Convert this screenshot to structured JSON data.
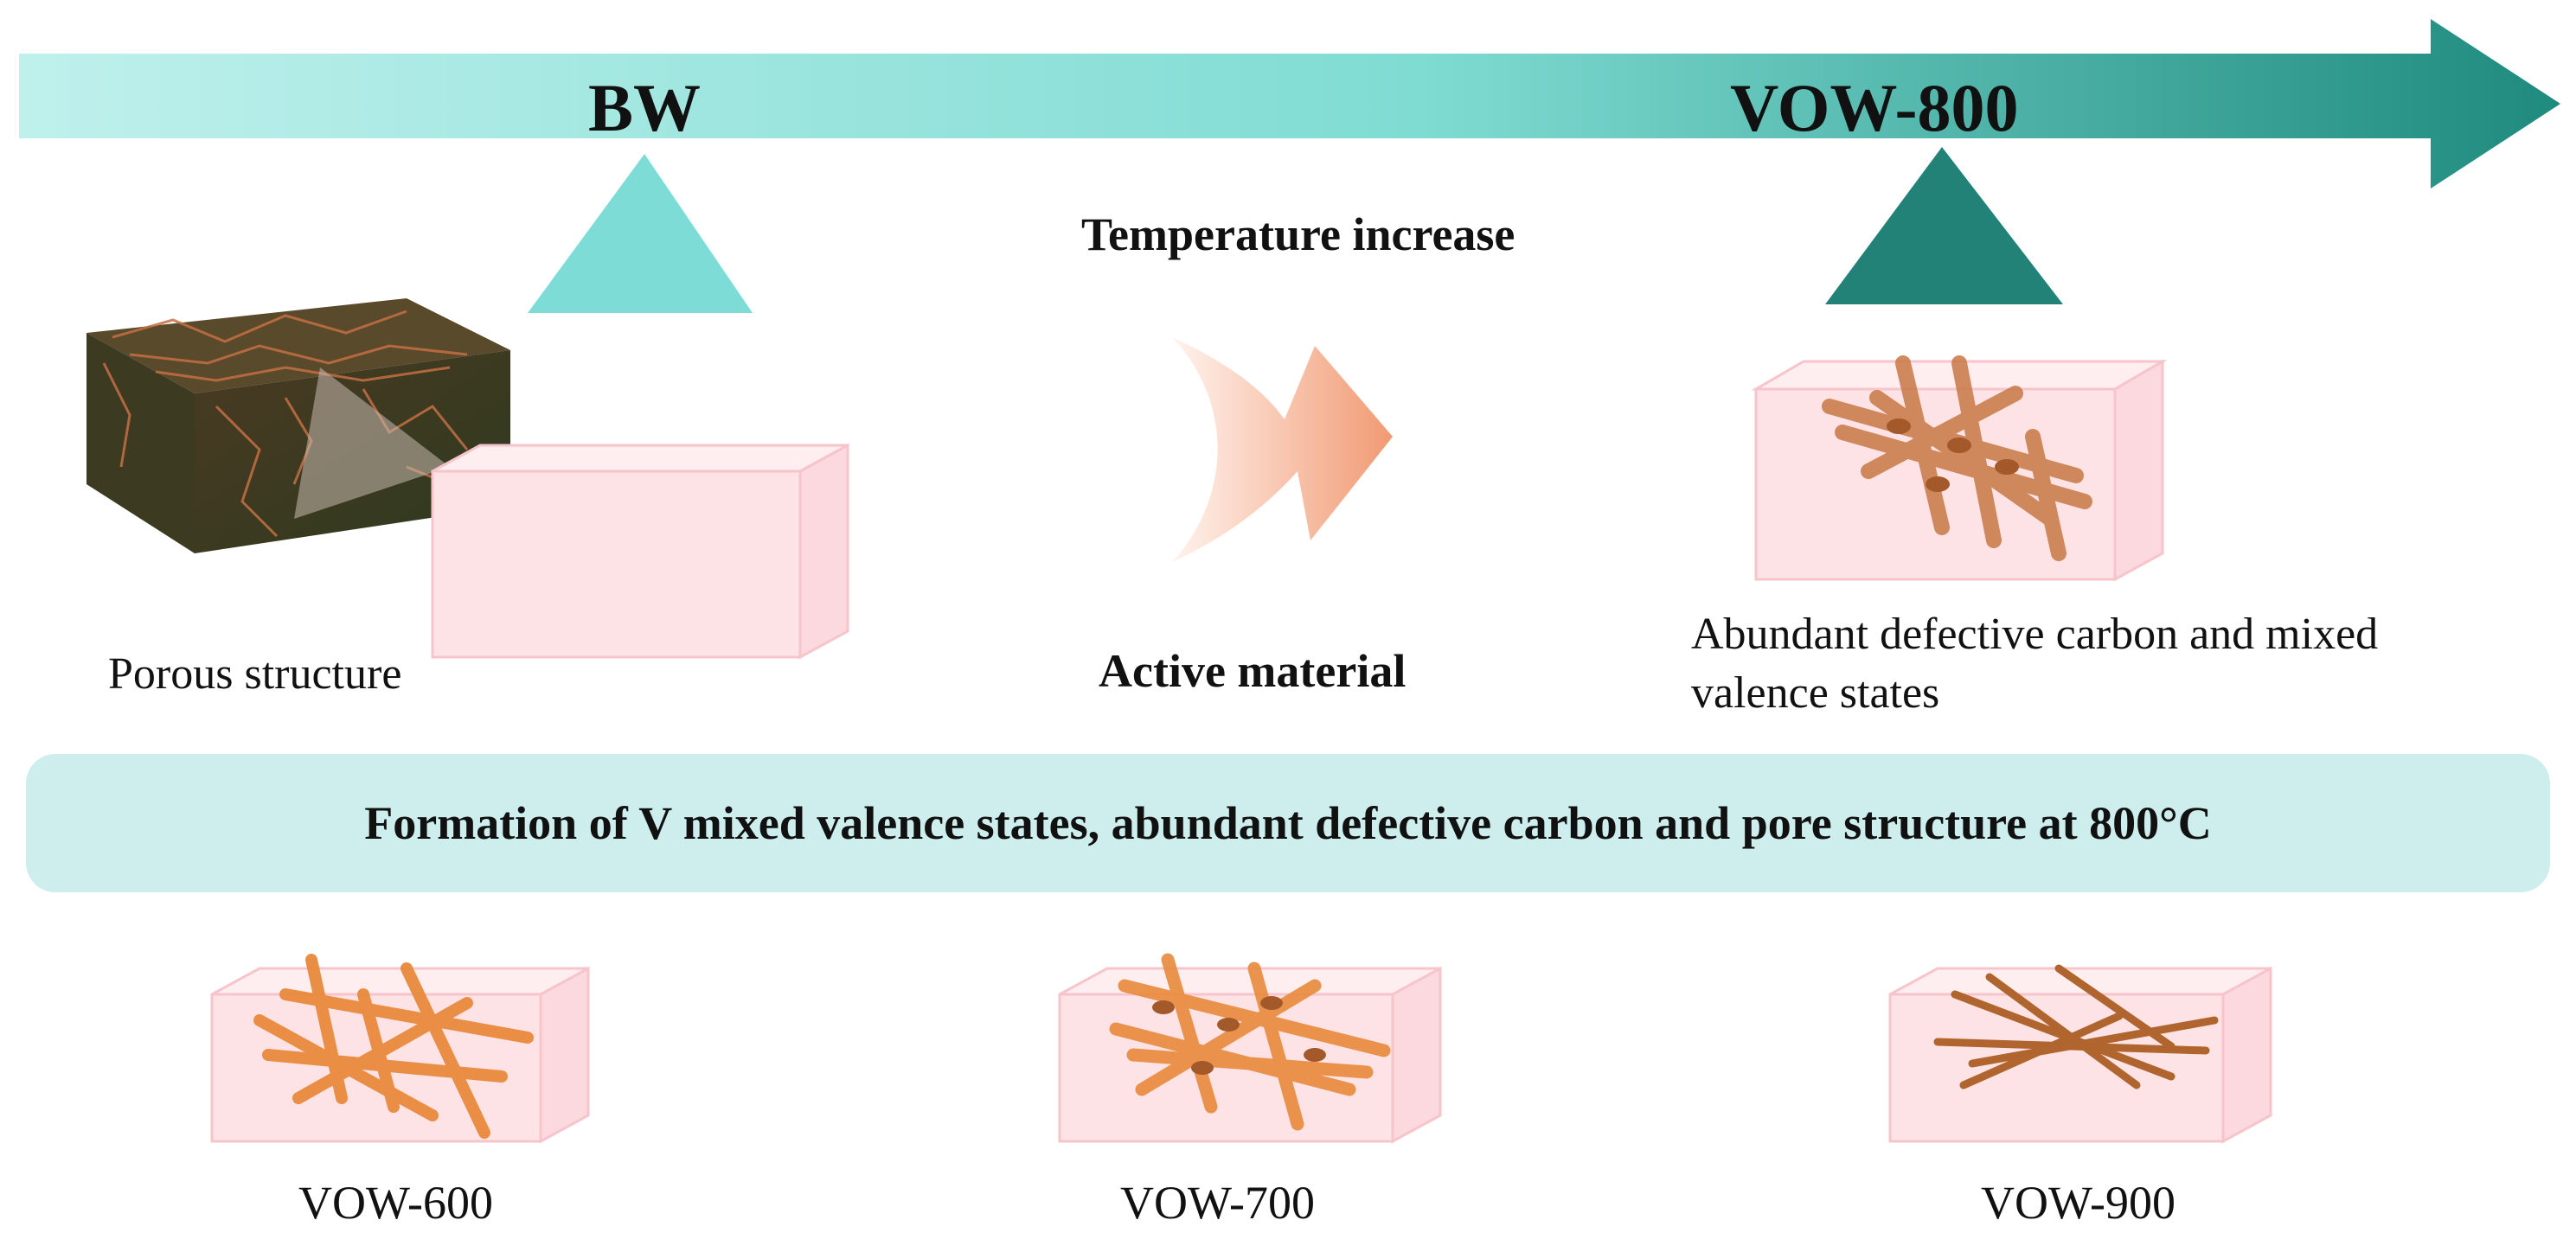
{
  "timeline": {
    "start_label": "BW",
    "end_label": "VOW-800",
    "arrow_color_start": "#b8ece8",
    "arrow_color_end": "#1f8a7e",
    "triangle_bw_color": "#7dddd6",
    "triangle_vow800_color": "#238277"
  },
  "process": {
    "top_label": "Temperature increase",
    "bottom_label": "Active material",
    "arrow_color": "#f4a07a"
  },
  "left_panel": {
    "caption": "Porous structure"
  },
  "right_panel": {
    "caption": "Abundant defective carbon and mixed valence states"
  },
  "banner": {
    "text": "Formation of V mixed valence states, abundant defective carbon and pore structure at 800°C",
    "color": "#cdeeed"
  },
  "samples": [
    {
      "label": "VOW-600"
    },
    {
      "label": "VOW-700"
    },
    {
      "label": "VOW-900"
    }
  ],
  "colors": {
    "box_fill": "#fde3e6",
    "box_edge": "#f6c4ca",
    "rod_orange": "#e88a3c",
    "rod_brown": "#b0652e"
  }
}
